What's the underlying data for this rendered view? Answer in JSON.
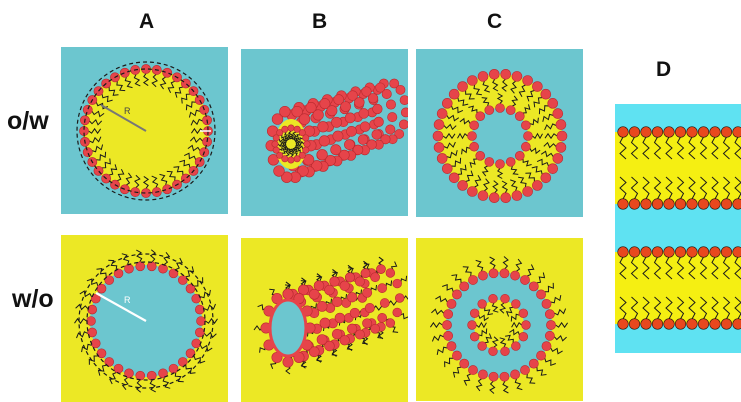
{
  "column_labels": {
    "a": "A",
    "b": "B",
    "c": "C",
    "d": "D"
  },
  "row_labels": {
    "top": "o/w",
    "bottom": "w/o"
  },
  "radius_symbol": "R",
  "colors": {
    "water": "#6cc6cf",
    "oil": "#ece825",
    "lipid_head": "#e6444a",
    "lipid_head_stroke": "#b82a2f",
    "tail": "#1a1a1a",
    "dashed": "#1a1a1a",
    "radius_line_dark": "#777777",
    "radius_line_light": "#ffffff",
    "d_water": "#5fe2f2",
    "d_oil": "#f5ef12",
    "d_head": "#e8481e"
  },
  "panels": [
    {
      "id": "A-top",
      "structure": "spherical micelle",
      "phase": "o/w"
    },
    {
      "id": "B-top",
      "structure": "cylindrical micelle",
      "phase": "o/w"
    },
    {
      "id": "C-top",
      "structure": "toroidal micelle",
      "phase": "o/w"
    },
    {
      "id": "A-bottom",
      "structure": "spherical reverse micelle",
      "phase": "w/o"
    },
    {
      "id": "B-bottom",
      "structure": "cylindrical reverse micelle",
      "phase": "w/o"
    },
    {
      "id": "C-bottom",
      "structure": "toroidal reverse micelle",
      "phase": "w/o"
    },
    {
      "id": "D",
      "structure": "lamellar bilayer stack"
    }
  ]
}
